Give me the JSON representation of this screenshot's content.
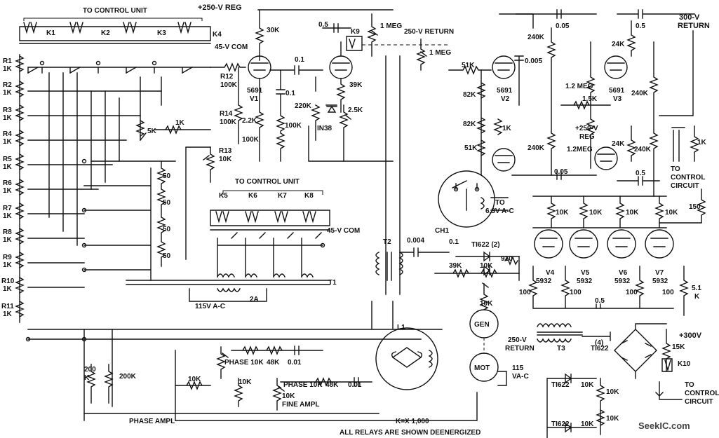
{
  "watermark": "SeekIC.com",
  "supply_labels": {
    "plus250_reg_top": "+250-V REG",
    "return_300": "300-V",
    "return_300_b": "RETURN",
    "return_250_top": "250-V RETURN",
    "plus250_reg_mid": "+250-V",
    "plus250_reg_mid_b": "REG",
    "com45_top": "45-V COM",
    "com45_mid": "45-V COM",
    "ac115_t1": "115V A-C",
    "fuse_2a": "2A",
    "ac63": "TO",
    "ac63_b": "6.3V A-C",
    "plus300": "+300V",
    "return_250_bottom": "250-V",
    "return_250_bottom_b": "RETURN",
    "ac115_mot": "115",
    "ac115_mot_b": "VA-C"
  },
  "notes": {
    "to_control_unit_top": "TO CONTROL UNIT",
    "to_control_unit_mid": "TO CONTROL UNIT",
    "to_control_circuit_right": "TO",
    "to_control_circuit_right_b": "CONTROL",
    "to_control_circuit_right_c": "CIRCUIT",
    "to_control_circuit_bottom": "TO",
    "to_control_circuit_bottom_b": "CONTROL",
    "to_control_circuit_bottom_c": "CIRCUIT",
    "k_equals": "K=X 1,000",
    "relays_note": "ALL RELAYS ARE SHOWN DEENERGIZED",
    "phase_ampl": "PHASE AMPL",
    "fine_ampl": "FINE AMPL"
  },
  "relays": [
    "K1",
    "K2",
    "K3",
    "K4",
    "K5",
    "K6",
    "K7",
    "K8",
    "K9",
    "K10"
  ],
  "resistor_ladder": {
    "names": [
      "R1",
      "R2",
      "R3",
      "R4",
      "R5",
      "R6",
      "R7",
      "R8",
      "R9",
      "R10",
      "R11"
    ],
    "value": "1K"
  },
  "components": {
    "r12": "R12",
    "r12_v": "100K",
    "r13": "R13",
    "r13_v": "10K",
    "r14": "R14",
    "r14_v": "100K",
    "pot_5k": "5K",
    "r_1k_mid": "1K",
    "r50a": "50",
    "r50b": "50",
    "r50c": "50",
    "r50d": "50",
    "r30k": "30K",
    "c05_top": "0.5",
    "c01a": "0.1",
    "c01b": "0.1",
    "r22k": "2.2K",
    "r100k_a": "100K",
    "r100k_b": "100K",
    "r220k": "220K",
    "d1n38": "IN38",
    "r39k": "39K",
    "p25k": "2.5K",
    "p1meg_a": "1 MEG",
    "p1meg_b": "1 MEG",
    "v1_type": "5691",
    "v1": "V1",
    "r51k_a": "51K",
    "r82k_a": "82K",
    "r82k_b": "82K",
    "r51k_b": "51K",
    "r1k_v2": "1K",
    "v2_type": "5691",
    "v2": "V2",
    "c0005": "0.005",
    "r240k_a": "240K",
    "c005_a": "0.05",
    "r240k_b": "240K",
    "c005_b": "0.05",
    "r12meg_a": "1.2 MEG",
    "r15k": "1.5K",
    "r12meg_b": "1.2MEG",
    "v3_type": "5691",
    "v3": "V3",
    "r24k_a": "24K",
    "r24k_b": "24K",
    "c05_r1": "0.5",
    "c05_r2": "0.5",
    "r240k_c": "240K",
    "r240k_d": "240K",
    "r1k_right": "1K",
    "r150": "150",
    "ch1": "CH1",
    "t1": "T1",
    "t2": "T2",
    "c0004": "0.004",
    "ti622_2": "TI622 (2)",
    "c01_ti": "0.1",
    "r39k_b": "39K",
    "r10k_b": "10K",
    "r910": "910",
    "p10k_gen": "10K",
    "gen": "GEN",
    "mot": "MOT",
    "v4": "V4",
    "v5": "V5",
    "v6": "V6",
    "v7": "V7",
    "v_type": "5932",
    "r10k_v": "10K",
    "r100_v": "100",
    "c05_v": "0.5",
    "r51k_v": "5.1",
    "r51k_v_b": "K",
    "t3": "T3",
    "ti622_4": "(4)",
    "ti622_4b": "TI622",
    "r15k_b": "15K",
    "ti622_c": "TI622",
    "ti622_d": "TI622",
    "r10k_c": "10K",
    "r10k_d": "10K",
    "r10k_e": "10K",
    "r10k_f": "10K",
    "l1": "L1",
    "r200k_a": "200",
    "r200k_a_b": "K",
    "r200k_b": "200K",
    "r10k_l": "10K",
    "phase_a": "PHASE 10K",
    "r48k_a": "48K",
    "c001_a": "0.01",
    "r10k_m": "10K",
    "phase_b": "PHASE 10K",
    "r48k_b": "48K",
    "c001_b": "0.01",
    "r10k_fine": "10K"
  }
}
